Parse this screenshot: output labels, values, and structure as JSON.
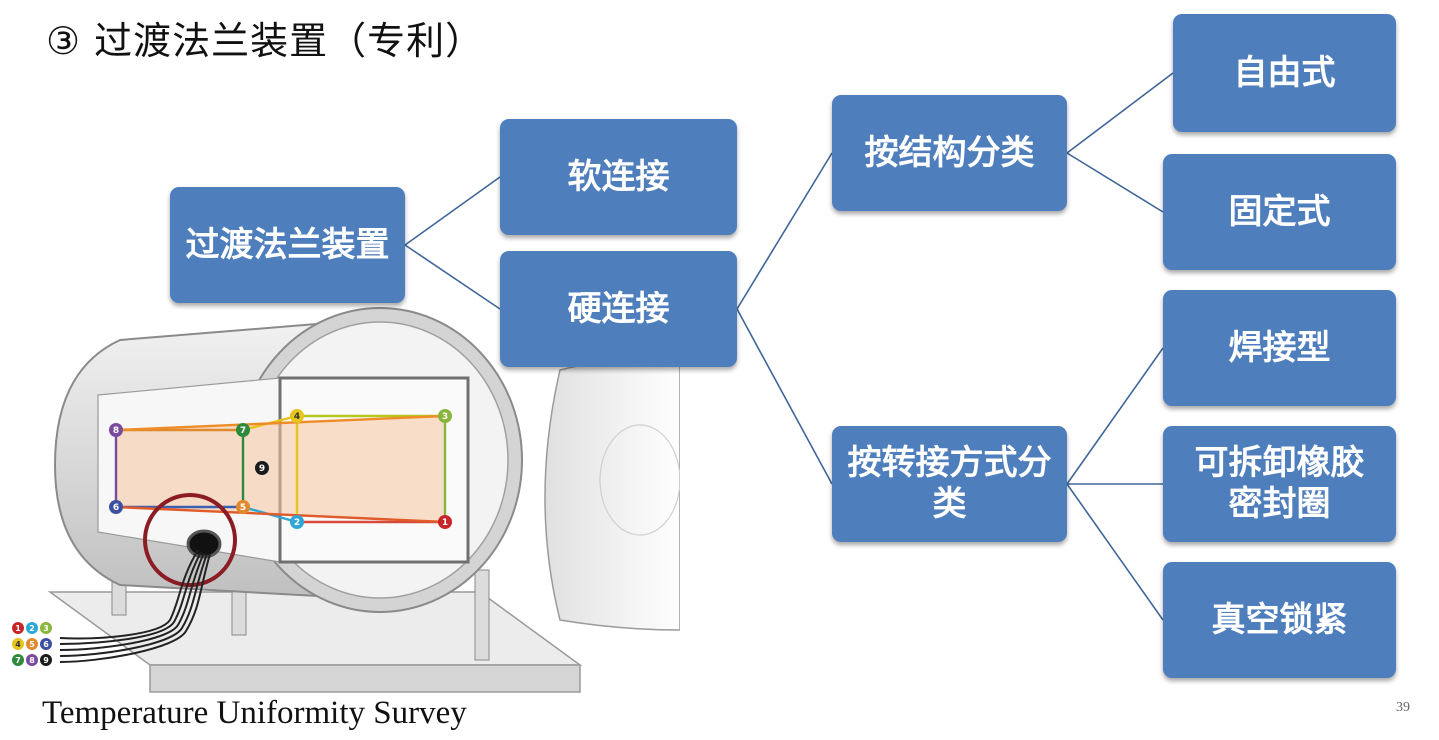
{
  "slide": {
    "title": "③ 过渡法兰装置（专利）",
    "caption": "Temperature Uniformity Survey",
    "page_number": "39"
  },
  "tree": {
    "root": "过渡法兰装置",
    "soft": "软连接",
    "hard": "硬连接",
    "by_structure": "按结构分类",
    "free_type": "自由式",
    "fixed_type": "固定式",
    "by_connection": "按转接方式分类",
    "welded": "焊接型",
    "rubber_seal": "可拆卸橡胶密封圈",
    "vacuum_lock": "真空锁紧"
  },
  "illustration": {
    "sensor_points": [
      "1",
      "2",
      "3",
      "4",
      "5",
      "6",
      "7",
      "8",
      "9"
    ],
    "colors": {
      "node_fill": "#4f7ebd",
      "connector": "#3f6699",
      "highlight_circle": "#8b1c24"
    }
  }
}
